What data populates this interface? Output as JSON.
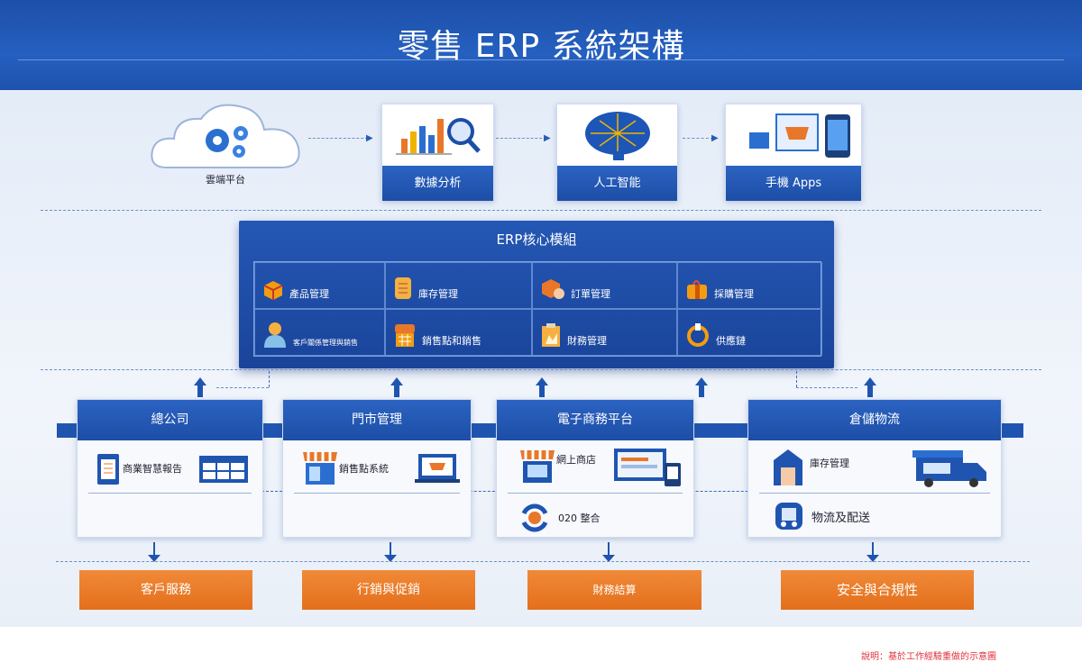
{
  "title": "零售 ERP 系統架構",
  "top": {
    "cloud": "雲端平台",
    "cards": [
      "數據分析",
      "人工智能",
      "手機 Apps"
    ]
  },
  "erp": {
    "title": "ERP核心模組",
    "modules": [
      "產品管理",
      "庫存管理",
      "訂單管理",
      "採購管理",
      "客戶關係管理與銷售",
      "銷售點和銷售",
      "財務管理",
      "供應鏈"
    ]
  },
  "divisions": [
    {
      "title": "總公司",
      "items": [
        "商業智慧報告"
      ]
    },
    {
      "title": "門市管理",
      "items": [
        "銷售點系統"
      ]
    },
    {
      "title": "電子商務平台",
      "items": [
        "網上商店",
        "020 整合"
      ]
    },
    {
      "title": "倉儲物流",
      "items": [
        "庫存管理",
        "物流及配送"
      ]
    }
  ],
  "services": [
    "客戶服務",
    "行銷與促銷",
    "財務結算",
    "安全與合規性"
  ],
  "footnote": "說明：基於工作經驗重做的示意圖",
  "colors": {
    "blue": "#1f55b0",
    "orange": "#e8772a",
    "note": "#e0303a"
  }
}
